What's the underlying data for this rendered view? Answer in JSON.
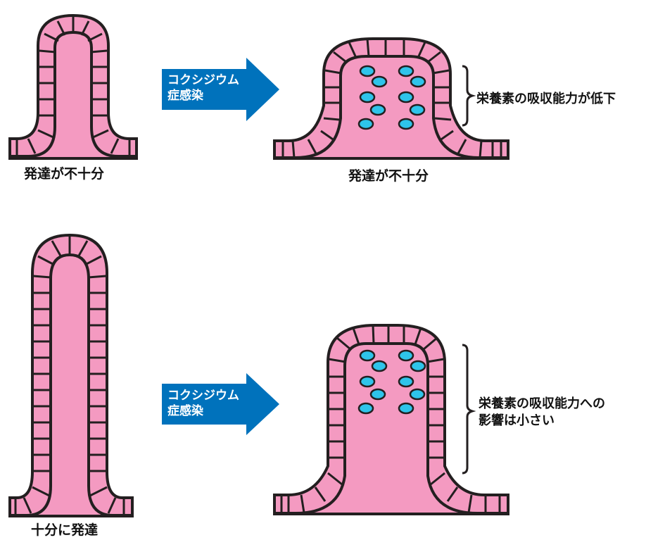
{
  "colors": {
    "tissue": "#F49AC1",
    "outline": "#231F20",
    "arrow": "#0072BC",
    "parasite": "#2EC4EA",
    "bg": "#FFFFFF"
  },
  "top_row": {
    "left_label": "発達が不十分",
    "arrow_line1": "コクシジウム",
    "arrow_line2": "症感染",
    "right_label": "発達が不十分",
    "bracket_text_line1": "栄養素の吸収能力が低下"
  },
  "bottom_row": {
    "left_label": "十分に発達",
    "arrow_line1": "コクシジウム",
    "arrow_line2": "症感染",
    "bracket_text_line1": "栄養素の吸収能力への",
    "bracket_text_line2": "影響は小さい"
  }
}
